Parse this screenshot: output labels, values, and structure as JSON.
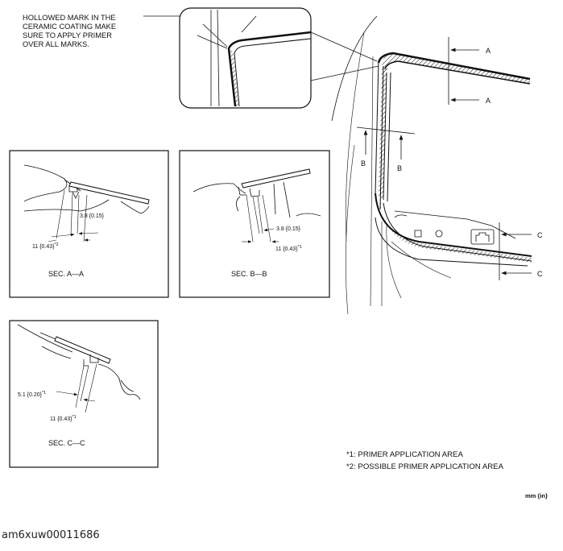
{
  "note": {
    "line1": "HOLLOWED MARK IN THE",
    "line2": "CERAMIC COATING MAKE",
    "line3": "SURE TO APPLY PRIMER",
    "line4": "OVER ALL MARKS."
  },
  "section_labels": {
    "a1": "A",
    "a2": "A",
    "b1": "B",
    "b2": "B",
    "c1": "C",
    "c2": "C"
  },
  "sec_a": {
    "title": "SEC. A—A",
    "dim_small": "3.8 {0.15}",
    "dim_large": "11 {0.43}",
    "dim_large_sup": "*2"
  },
  "sec_b": {
    "title": "SEC. B—B",
    "dim_small": "3.8 {0.15}",
    "dim_large": "11 {0.43}",
    "dim_large_sup": "*1"
  },
  "sec_c": {
    "title": "SEC. C—C",
    "dim_small": "5.1 {0.20}",
    "dim_small_sup": "*1",
    "dim_large": "11 {0.43}",
    "dim_large_sup": "*1"
  },
  "footnotes": {
    "fn1_mark": "*1:",
    "fn1": "PRIMER APPLICATION AREA",
    "fn2_mark": "*2:",
    "fn2": "POSSIBLE PRIMER APPLICATION AREA"
  },
  "unit": "mm {in}",
  "image_id": "am6xuw00011686"
}
